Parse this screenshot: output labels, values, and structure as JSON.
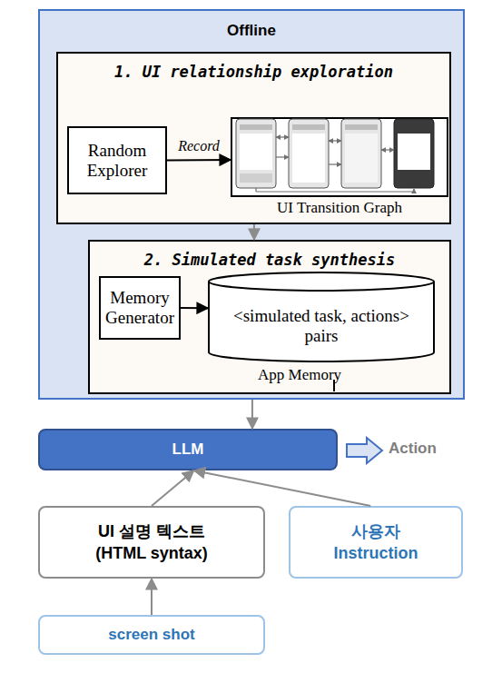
{
  "diagram": {
    "nodes": [
      {
        "text": [
          "Offline"
        ]
      },
      {
        "text": [
          "1. UI relationship exploration"
        ],
        "in": 0
      },
      {
        "text": [
          "Random Explorer"
        ],
        "in": 1
      },
      {
        "text": [
          "UI Transition Graph"
        ],
        "in": 1
      },
      {
        "text": [
          "2. Simulated task synthesis"
        ],
        "in": 0
      },
      {
        "text": [
          "Memory Generator"
        ],
        "in": 4
      },
      {
        "text": [
          "<simulated task, actions> pairs",
          "App Memory"
        ],
        "in": 4
      },
      {
        "text": [
          "LLM"
        ]
      },
      {
        "text": [
          "UI 설명 텍스트 (HTML syntax)"
        ]
      },
      {
        "text": [
          "사용자 Instruction"
        ]
      },
      {
        "text": [
          "screen shot"
        ]
      }
    ],
    "edges": [
      {
        "from": 2,
        "to": 3,
        "label": "Record",
        "arrow": "to"
      },
      {
        "from": 1,
        "to": 4,
        "arrow": "to"
      },
      {
        "from": 0,
        "to": 7,
        "arrow": "to"
      },
      {
        "from": 5,
        "to": 6,
        "arrow": "to"
      },
      {
        "from": 10,
        "to": 8,
        "arrow": "to"
      },
      {
        "from": 8,
        "to": 7,
        "arrow": "to"
      },
      {
        "from": 9,
        "to": 7,
        "arrow": "to"
      }
    ],
    "labels": [
      "Action"
    ]
  }
}
